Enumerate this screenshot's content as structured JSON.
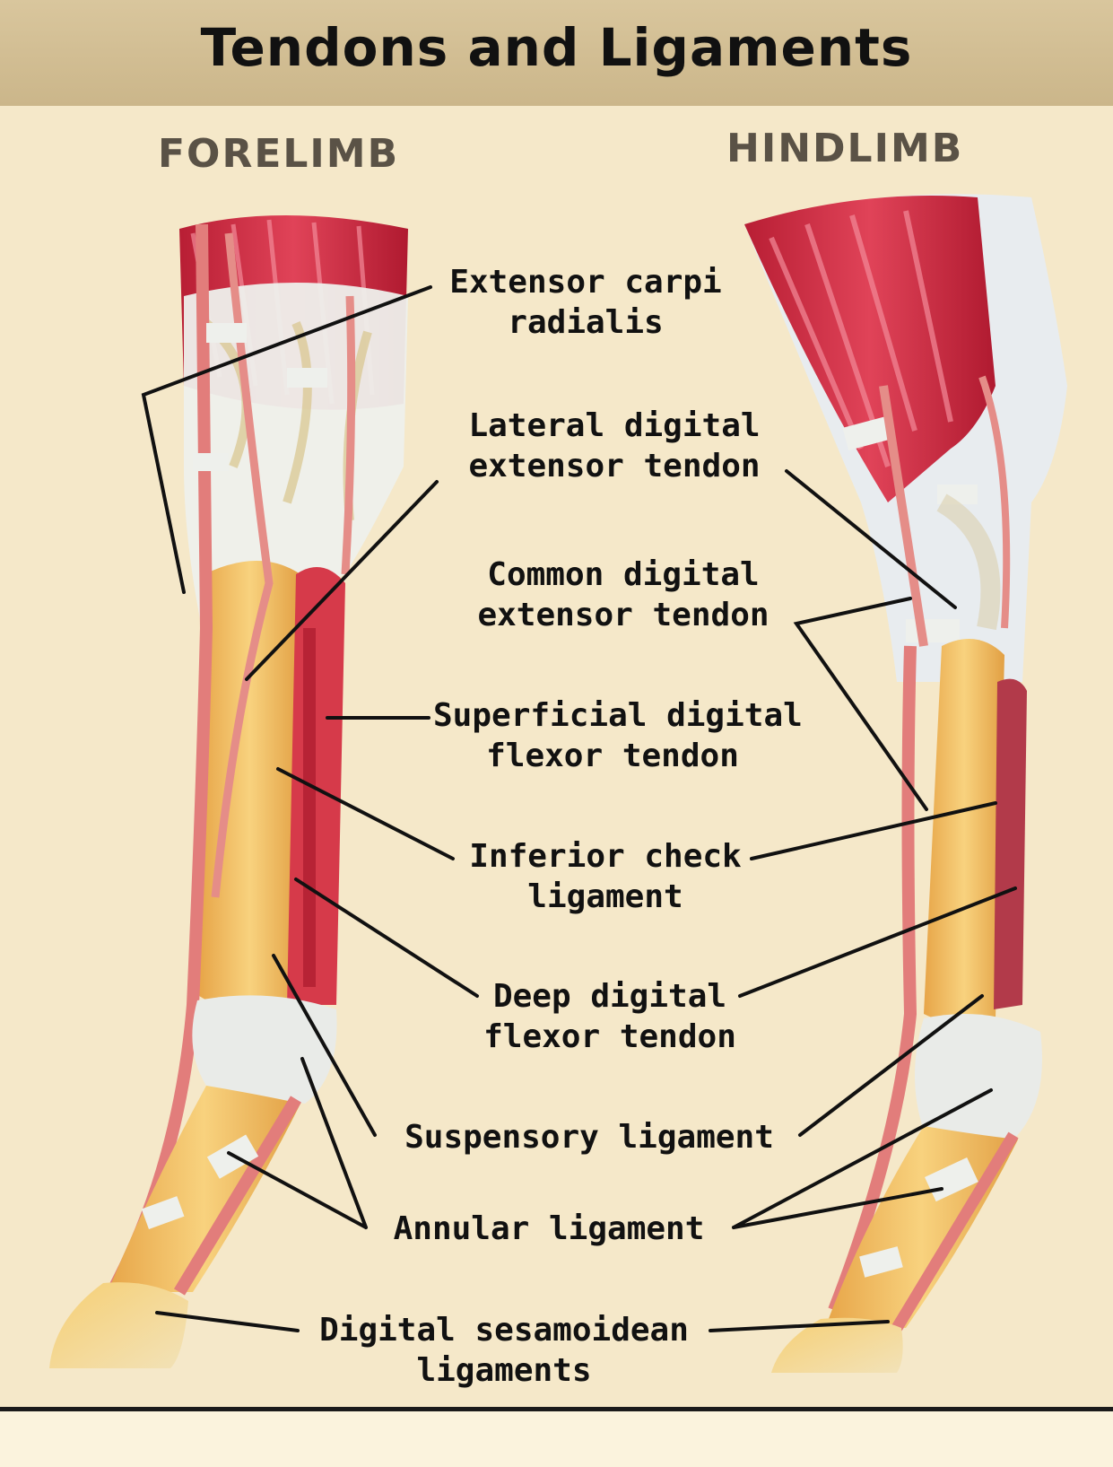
{
  "title": "Tendons and Ligaments",
  "headings": {
    "forelimb": "FORELIMB",
    "hindlimb": "HINDLIMB"
  },
  "labels": [
    {
      "line1": "Extensor carpi",
      "line2": "radialis"
    },
    {
      "line1": "Lateral digital",
      "line2": "extensor tendon"
    },
    {
      "line1": "Common digital",
      "line2": "extensor tendon"
    },
    {
      "line1": "Superficial digital",
      "line2": "flexor tendon"
    },
    {
      "line1": "Inferior check",
      "line2": "ligament"
    },
    {
      "line1": "Deep digital",
      "line2": "flexor tendon"
    },
    {
      "line1": "Suspensory ligament"
    },
    {
      "line1": "Annular ligament"
    },
    {
      "line1": "Digital sesamoidean",
      "line2": "ligaments"
    }
  ],
  "colors": {
    "background": "#f5e8c9",
    "title_bar": "#d2bf93",
    "muscle": "#c8283c",
    "tendon": "#e07d7a",
    "bone": "#f0b85a",
    "ligament": "#e9ecef"
  }
}
